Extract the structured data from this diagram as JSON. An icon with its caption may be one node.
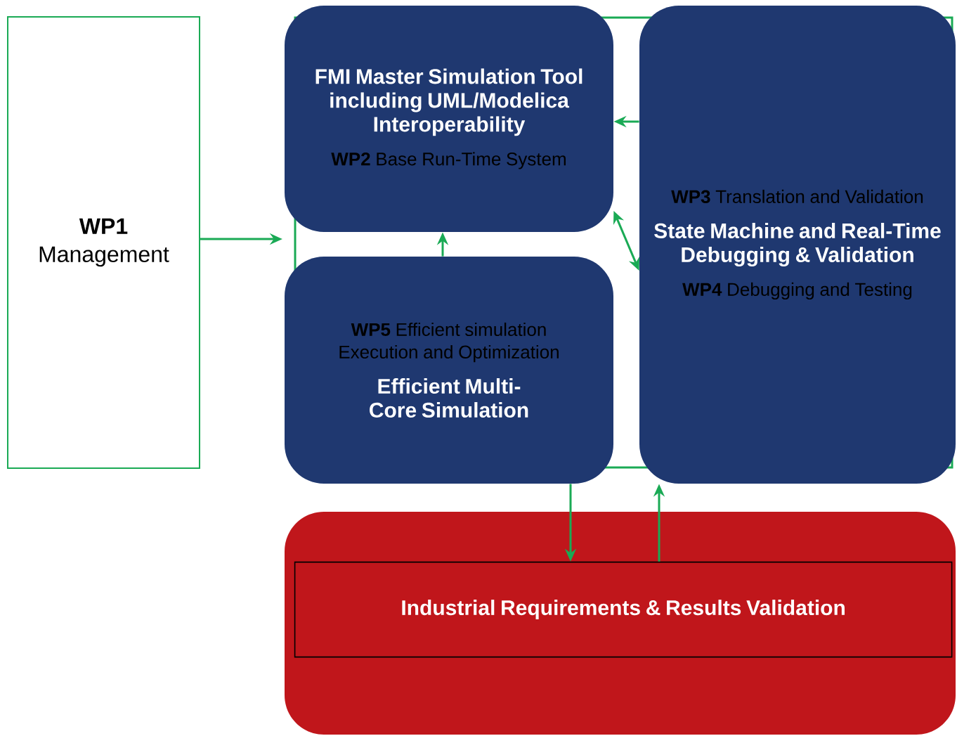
{
  "diagram": {
    "nodes": [
      {
        "text": [
          "**WP1** Management"
        ]
      },
      {
        "text": [
          "FMI Master Simulation Tool including UML/Modelica Interoperability",
          "**WP2** Base Run-Time System"
        ]
      },
      {
        "text": [
          "**WP3** Translation and Validation",
          "State Machine and Real-Time Debugging & Validation",
          "**WP4** Debugging and Testing"
        ]
      },
      {
        "text": [
          "**WP5** Efficient simulation Execution and Optimization",
          "Efficient Multi-Core Simulation"
        ]
      },
      {
        "text": [],
        "shape": "box"
      },
      {
        "text": [
          "Industrial Requirements & Results Validation"
        ],
        "in": 4
      }
    ],
    "edges": [
      {
        "from": 0,
        "to": null,
        "arrow": "to"
      },
      {
        "from": 2,
        "to": 1,
        "arrow": "to"
      },
      {
        "from": 3,
        "to": 1,
        "arrow": "to"
      },
      {
        "from": 1,
        "to": 2,
        "arrow": "both"
      },
      {
        "from": 3,
        "to": 5,
        "arrow": "to"
      },
      {
        "from": 5,
        "to": 2,
        "arrow": "to"
      }
    ]
  }
}
